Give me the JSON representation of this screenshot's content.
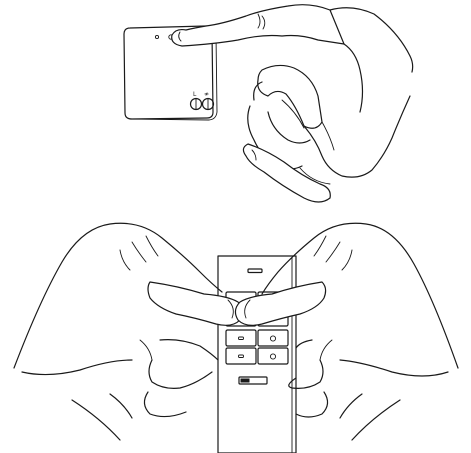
{
  "figure": {
    "receiver": {
      "terminal_labels": [
        "L",
        "≉"
      ]
    },
    "remote": {
      "button_rows": 4,
      "button_columns": 2
    }
  }
}
